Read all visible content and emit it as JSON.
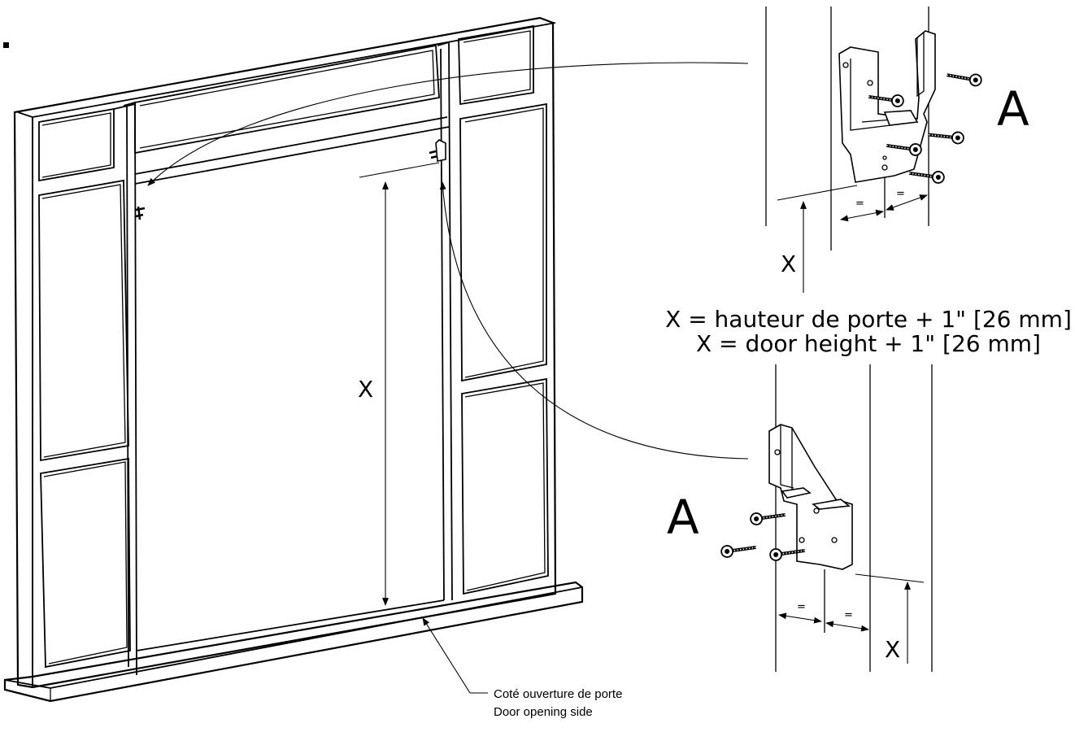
{
  "labels": {
    "detail_letter_top": "A",
    "detail_letter_bottom": "A",
    "dimension_x_main": "X",
    "dimension_x_top_detail": "X",
    "dimension_x_bottom_detail": "X",
    "equal_sign": "="
  },
  "formula": {
    "fr": "X = hauteur de porte + 1\" [26 mm]",
    "en": "X = door height + 1\" [26 mm]"
  },
  "callout": {
    "fr": "Coté ouverture de porte",
    "en": "Door opening side"
  }
}
